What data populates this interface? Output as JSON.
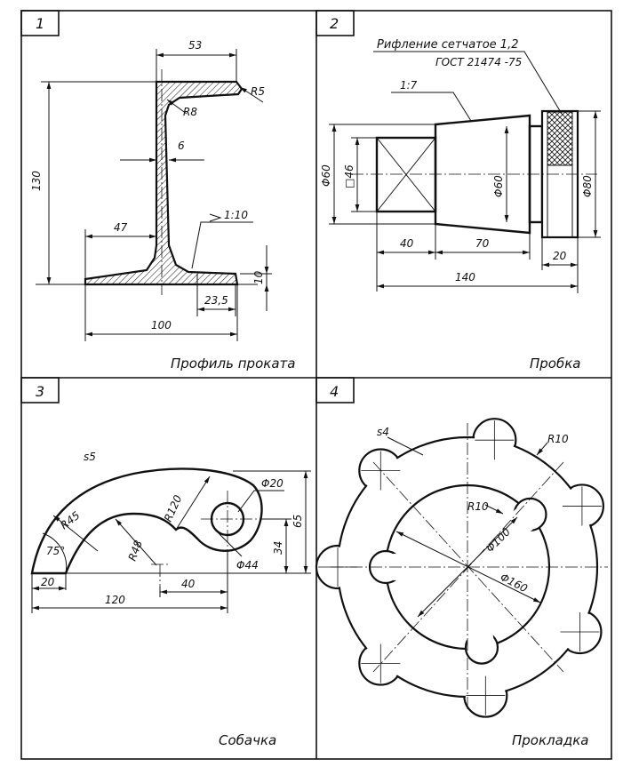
{
  "panels": [
    {
      "number": "1",
      "caption": "Профиль проката",
      "dims": [
        "53",
        "R5",
        "R8",
        "6",
        "130",
        "47",
        "1:10",
        "10",
        "23,5",
        "100"
      ]
    },
    {
      "number": "2",
      "caption": "Пробка",
      "note_line1": "Рифление сетчатое 1,2",
      "note_line2": "ГОСТ 21474 -75",
      "dims": [
        "1:7",
        "Φ60",
        "□46",
        "Φ60",
        "Φ80",
        "40",
        "70",
        "20",
        "140"
      ]
    },
    {
      "number": "3",
      "caption": "Собачка",
      "dims": [
        "s5",
        "R45",
        "R120",
        "Φ20",
        "65",
        "34",
        "R48",
        "Φ44",
        "75°",
        "20",
        "40",
        "120"
      ]
    },
    {
      "number": "4",
      "caption": "Прокладка",
      "dims": [
        "s4",
        "R10",
        "R10",
        "Φ100",
        "Φ160"
      ]
    }
  ]
}
